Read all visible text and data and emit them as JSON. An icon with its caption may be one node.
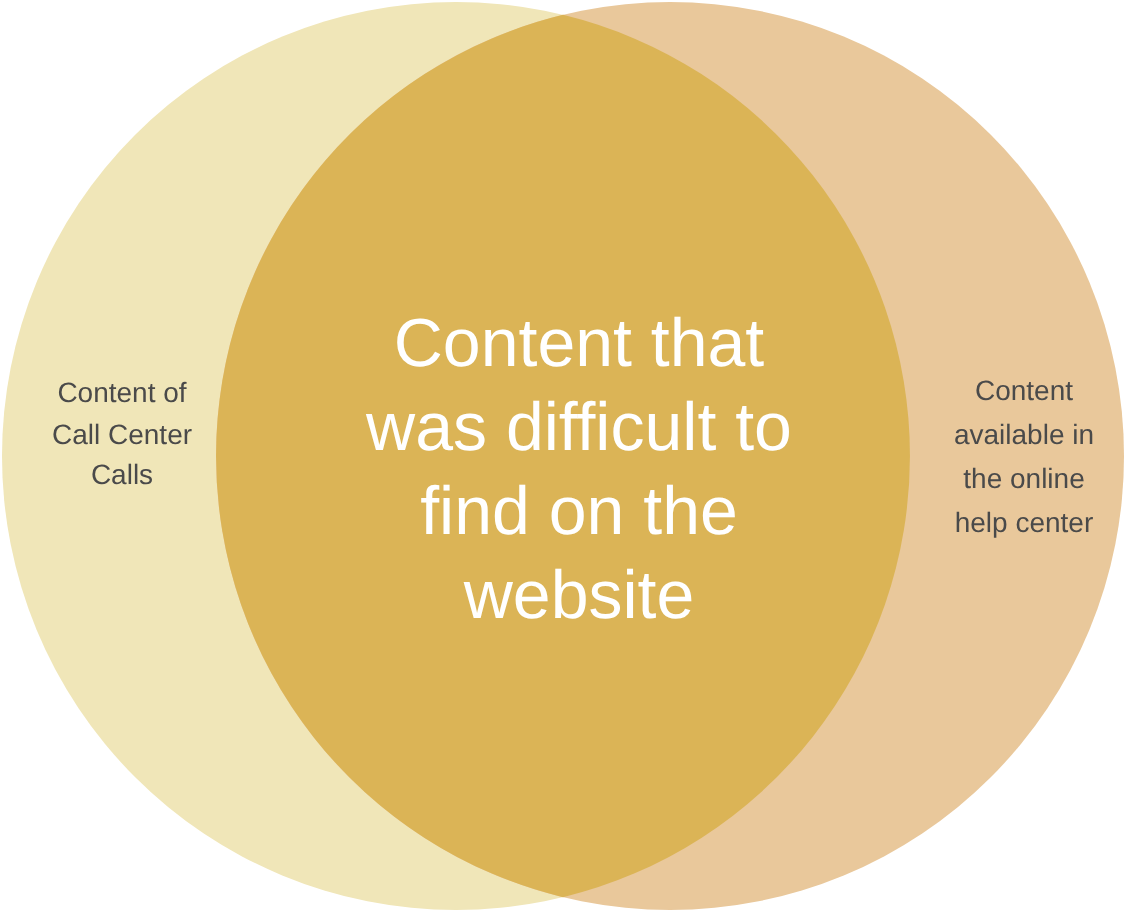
{
  "diagram": {
    "nodes": [
      {
        "text": [
          "Content of Call Center Calls"
        ]
      },
      {
        "text": [
          "Content that was difficult to find on the website"
        ]
      },
      {
        "text": [
          "Content available in the online help center"
        ]
      }
    ]
  }
}
